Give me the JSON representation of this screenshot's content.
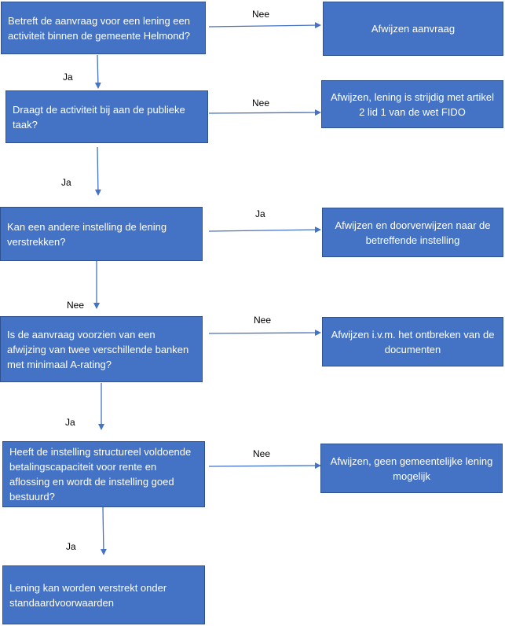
{
  "questions": [
    {
      "text": "Betreft de aanvraag voor een lening een activiteit binnen de gemeente Helmond?",
      "yes_label": "Ja",
      "side_label": "Nee"
    },
    {
      "text": "Draagt de activiteit bij aan de publieke taak?",
      "yes_label": "Ja",
      "side_label": "Nee"
    },
    {
      "text": "Kan een andere instelling de lening verstrekken?",
      "down_label": "Nee",
      "side_label": "Ja"
    },
    {
      "text": "Is de aanvraag voorzien van een afwijzing van twee verschillende banken met minimaal A-rating?",
      "yes_label": "Ja",
      "side_label": "Nee"
    },
    {
      "text": "Heeft de instelling structureel voldoende betalingscapaciteit voor rente en aflossing en wordt de instelling goed bestuurd?",
      "yes_label": "Ja",
      "side_label": "Nee"
    }
  ],
  "outcomes": [
    "Afwijzen aanvraag",
    "Afwijzen, lening is strijdig met artikel 2 lid 1 van de wet FIDO",
    "Afwijzen en doorverwijzen naar de betreffende instelling",
    "Afwijzen i.v.m. het ontbreken van de documenten",
    "Afwijzen, geen gemeentelijke lening  mogelijk"
  ],
  "final": "Lening kan worden verstrekt onder standaardvoorwaarden",
  "colors": {
    "box_fill": "#4472c4",
    "box_border": "#2f528f",
    "arrow": "#4472c4"
  }
}
